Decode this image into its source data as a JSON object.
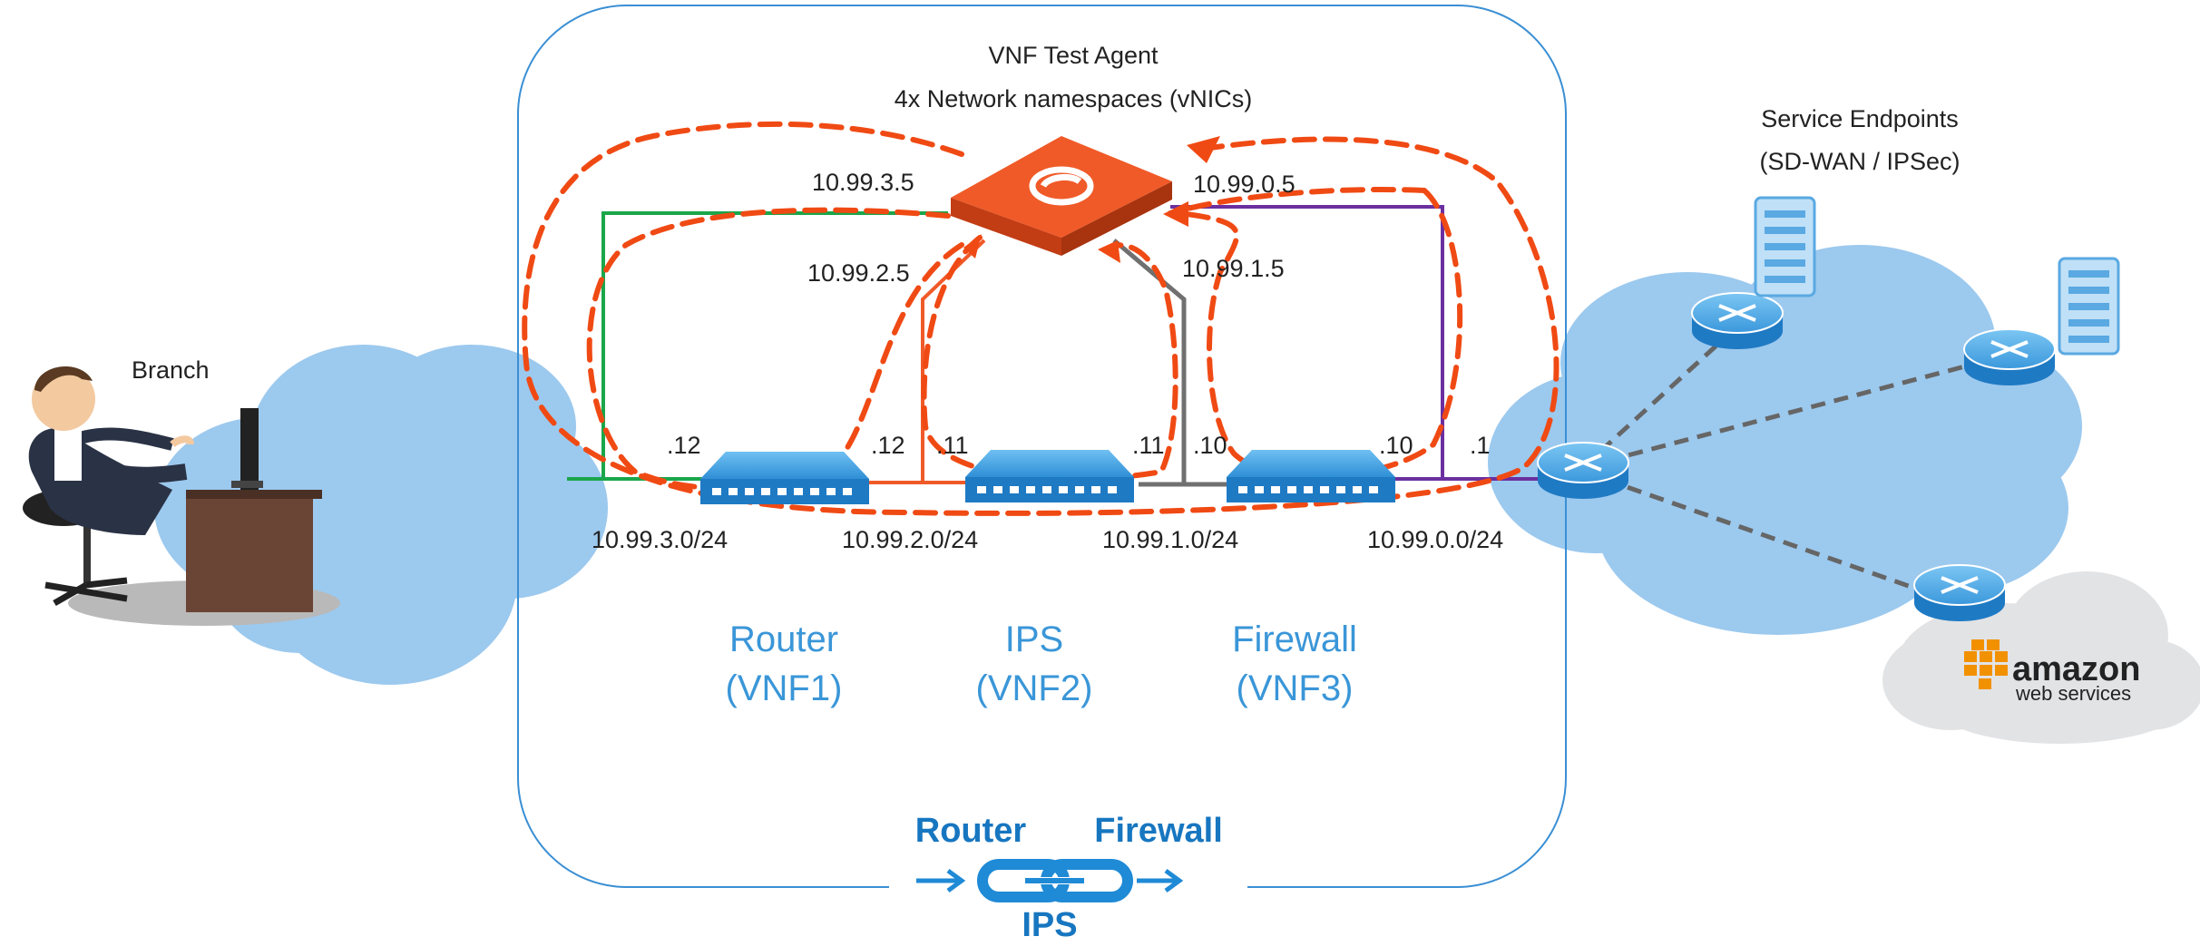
{
  "agent": {
    "title": "VNF Test Agent",
    "subtitle": "4x Network namespaces (vNICs)",
    "ips": {
      "ns3": "10.99.3.5",
      "ns2": "10.99.2.5",
      "ns1": "10.99.1.5",
      "ns0": "10.99.0.5"
    }
  },
  "branch": {
    "label": "Branch"
  },
  "service_endpoints": {
    "line1": "Service Endpoints",
    "line2": "(SD-WAN / IPSec)"
  },
  "interfaces": {
    "r1_left": ".12",
    "r1_right": ".12",
    "r2_left": ".11",
    "r2_right": ".11",
    "r3_left": ".10",
    "r3_right": ".10",
    "edge": ".1"
  },
  "subnets": {
    "s3": "10.99.3.0/24",
    "s2": "10.99.2.0/24",
    "s1": "10.99.1.0/24",
    "s0": "10.99.0.0/24"
  },
  "vnfs": [
    {
      "name": "Router",
      "id": "(VNF1)"
    },
    {
      "name": "IPS",
      "id": "(VNF2)"
    },
    {
      "name": "Firewall",
      "id": "(VNF3)"
    }
  ],
  "service_chain": {
    "left": "Router",
    "right": "Firewall",
    "bottom": "IPS"
  },
  "aws": {
    "main": "amazon",
    "sub": "web services"
  },
  "colors": {
    "cloud": "#9cc9ee",
    "agent_orange": "#f05a28",
    "dash_orange": "#f04a14",
    "green": "#1aa64a",
    "purple": "#6b2fa0",
    "gray": "#707070",
    "vnf_blue": "#3a96d8",
    "chain_blue": "#1776c0"
  }
}
